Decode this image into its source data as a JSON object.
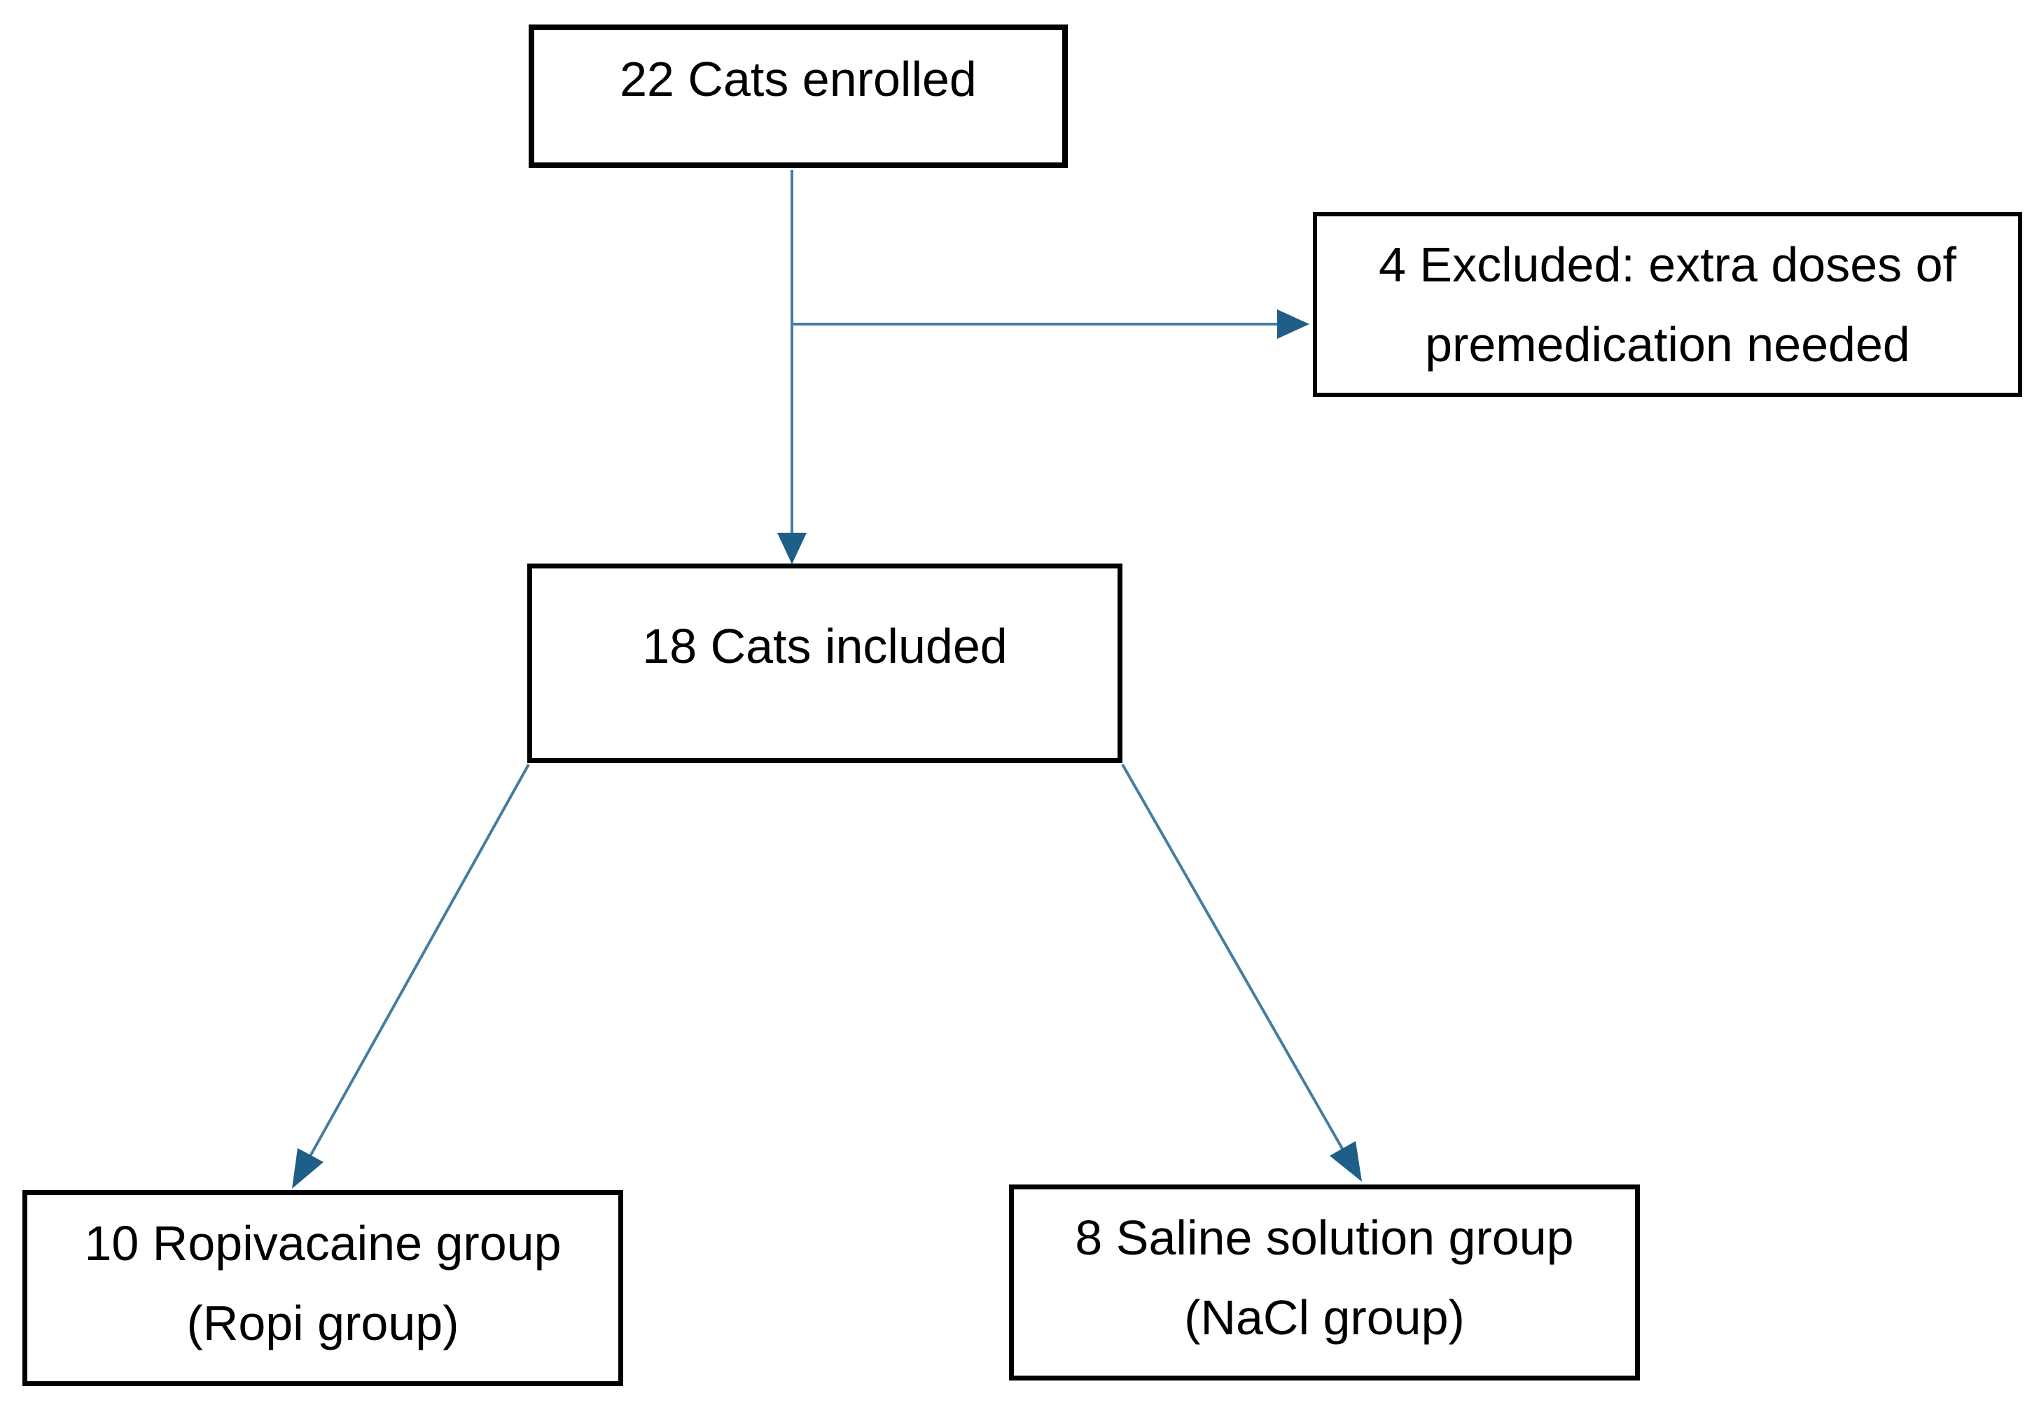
{
  "diagram": {
    "type": "flowchart",
    "nodes": {
      "enrolled": {
        "label": "22 Cats enrolled"
      },
      "excluded": {
        "line1": "4 Excluded: extra doses of",
        "line2": "premedication needed"
      },
      "included": {
        "label": "18 Cats included"
      },
      "ropi": {
        "line1": "10 Ropivacaine group",
        "line2": "(Ropi group)"
      },
      "nacl": {
        "line1": "8 Saline solution group",
        "line2": "(NaCl group)"
      }
    },
    "edges": [
      {
        "from": "enrolled",
        "to": "included"
      },
      {
        "from": "enrolled",
        "to": "excluded"
      },
      {
        "from": "included",
        "to": "ropi"
      },
      {
        "from": "included",
        "to": "nacl"
      }
    ],
    "colors": {
      "background": "#ffffff",
      "box_border": "#000000",
      "text": "#000000",
      "connector_line": "#447DA0",
      "arrowhead": "#1F5E87"
    }
  }
}
